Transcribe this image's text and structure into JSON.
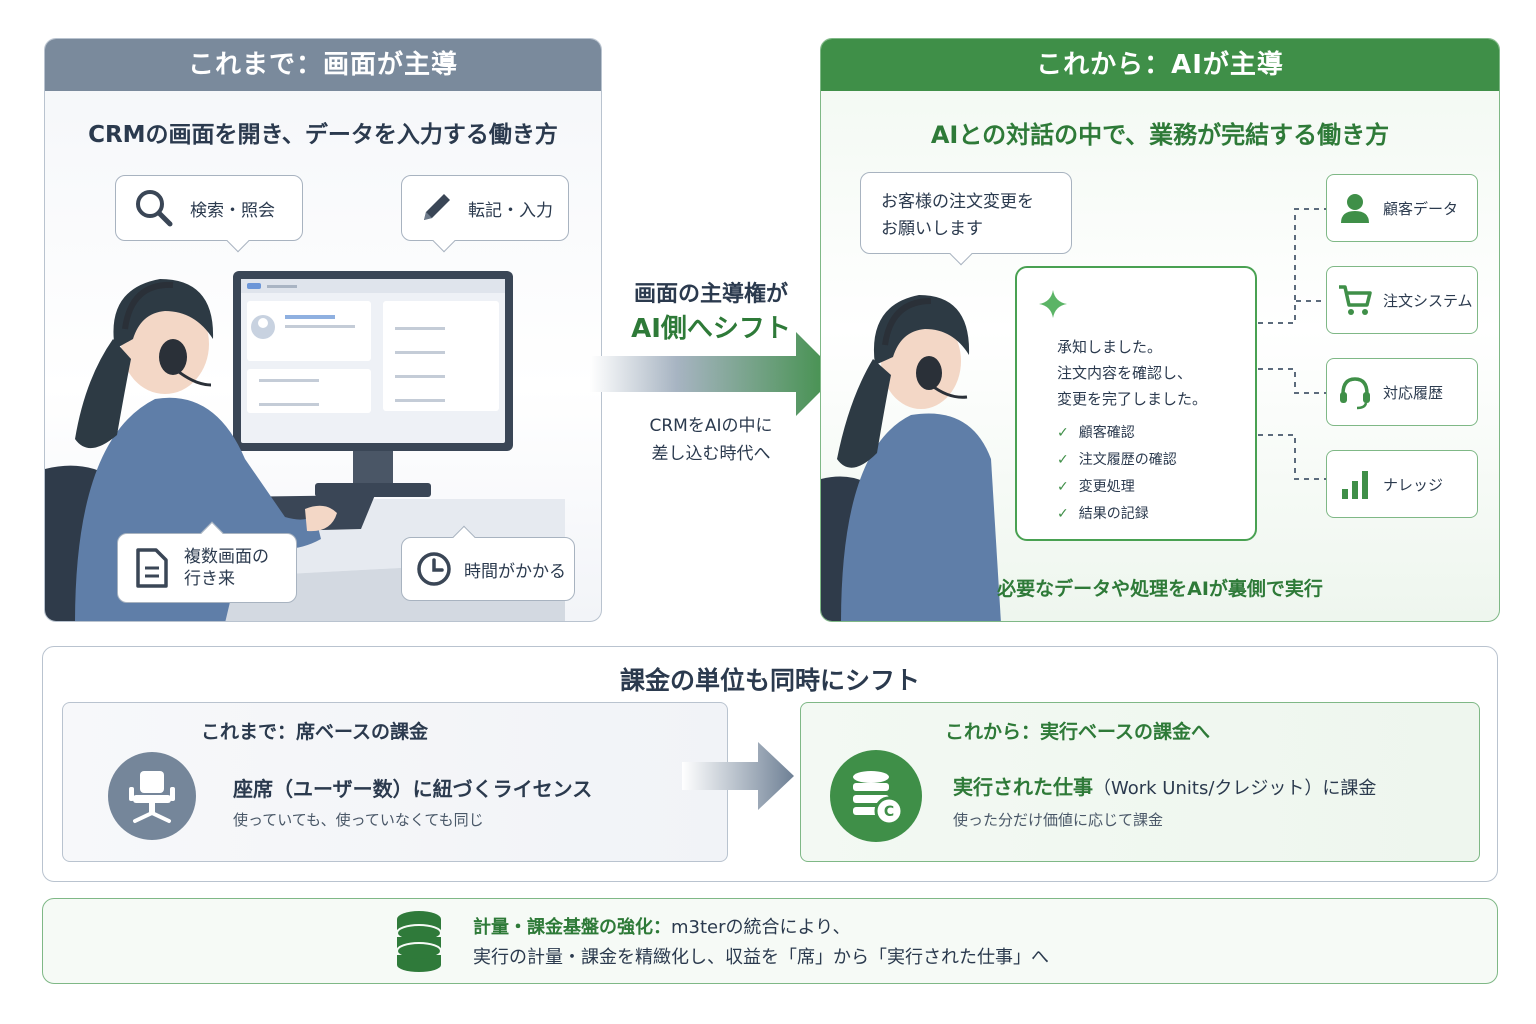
{
  "left_panel": {
    "header": "これまで：画面が主導",
    "subtitle": "CRMの画面を開き、データを入力する働き方",
    "bubbles": {
      "search": "検索・照会",
      "transcribe": "転記・入力",
      "multi_screen": "複数画面の\n行き来",
      "time": "時間がかかる"
    }
  },
  "center": {
    "shift_line1": "画面の主導権が",
    "shift_line2": "AI側へシフト",
    "caption_line1": "CRMをAIの中に",
    "caption_line2": "差し込む時代へ"
  },
  "right_panel": {
    "header": "これから：AIが主導",
    "subtitle": "AIとの対話の中で、業務が完結する働き方",
    "customer_request": "お客様の注文変更を\nお願いします",
    "ai_response": "承知しました。\n注文内容を確認し、\n変更を完了しました。",
    "checklist": [
      "顧客確認",
      "注文履歴の確認",
      "変更処理",
      "結果の記録"
    ],
    "systems": [
      "顧客データ",
      "注文システム",
      "対応履歴",
      "ナレッジ"
    ],
    "bottom_note": "必要なデータや処理をAIが裏側で実行"
  },
  "billing": {
    "title": "課金の単位も同時にシフト",
    "before": {
      "header": "これまで：席ベースの課金",
      "main": "座席（ユーザー数）に紐づくライセンス",
      "note": "使っていても、使っていなくても同じ"
    },
    "after": {
      "header": "これから：実行ベースの課金へ",
      "main_bold": "実行された仕事",
      "main_rest": "（Work Units/クレジット）に課金",
      "note": "使った分だけ価値に応じて課金"
    }
  },
  "footer": {
    "line1_bold": "計量・課金基盤の強化：",
    "line1_rest": "m3terの統合により、",
    "line2": "実行の計量・課金を精緻化し、収益を「席」から「実行された仕事」へ"
  },
  "colors": {
    "slate": "#7a8a9c",
    "green": "#3f8f48",
    "green_light": "#7fb886",
    "text_dark": "#2b3a4e"
  }
}
